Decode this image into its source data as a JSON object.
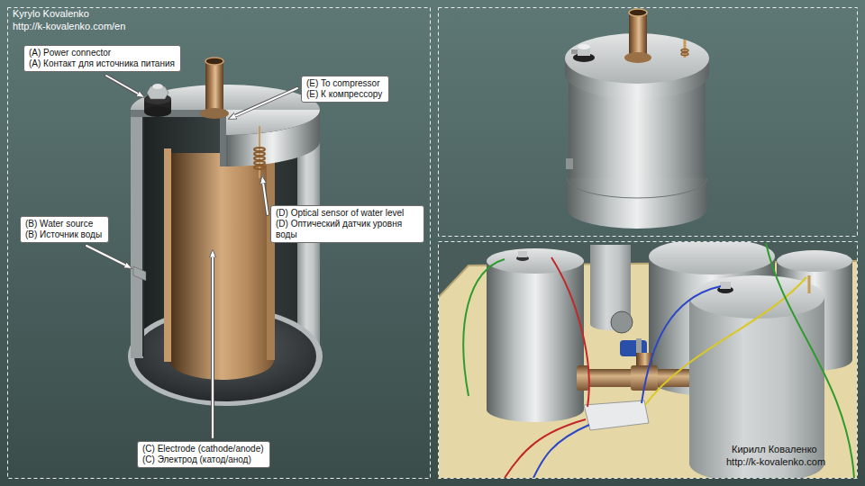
{
  "diagram": {
    "nodes": [
      {
        "text": [
          "(A) Power connector",
          "(A) Контакт для источника питания"
        ]
      },
      {
        "text": [
          "(E) To compressor",
          "(E) К компрессору"
        ]
      },
      {
        "text": [
          "(D) Optical sensor of water level",
          "(D) Оптический датчик уровня воды"
        ]
      },
      {
        "text": [
          "(B) Water source",
          "(B) Источник воды"
        ]
      },
      {
        "text": [
          "(C) Electrode (cathode/anode)",
          "(C) Электрод (катод/анод)"
        ]
      }
    ],
    "labels": [
      "Kyrylo Kovalenko",
      "http://k-kovalenko.com/en",
      "Кирилл Коваленко",
      "http://k-kovalenko.com"
    ]
  }
}
